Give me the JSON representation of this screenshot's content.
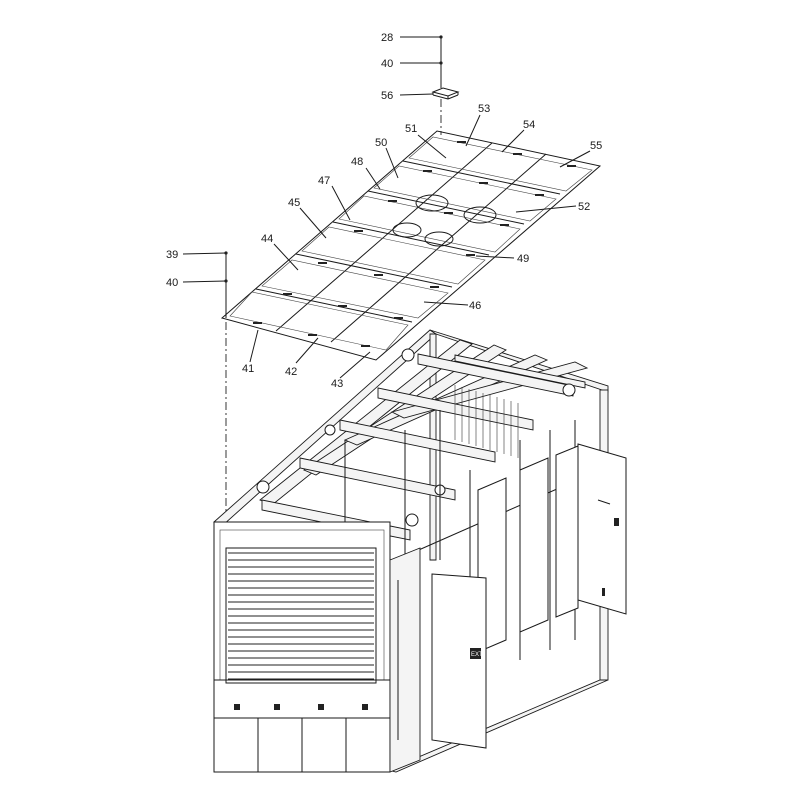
{
  "callouts": [
    {
      "id": "c28",
      "label": "28"
    },
    {
      "id": "c40a",
      "label": "40"
    },
    {
      "id": "c56",
      "label": "56"
    },
    {
      "id": "c53",
      "label": "53"
    },
    {
      "id": "c51",
      "label": "51"
    },
    {
      "id": "c54",
      "label": "54"
    },
    {
      "id": "c50",
      "label": "50"
    },
    {
      "id": "c55",
      "label": "55"
    },
    {
      "id": "c48",
      "label": "48"
    },
    {
      "id": "c47",
      "label": "47"
    },
    {
      "id": "c52",
      "label": "52"
    },
    {
      "id": "c45",
      "label": "45"
    },
    {
      "id": "c44",
      "label": "44"
    },
    {
      "id": "c39",
      "label": "39"
    },
    {
      "id": "c49",
      "label": "49"
    },
    {
      "id": "c40b",
      "label": "40"
    },
    {
      "id": "c46",
      "label": "46"
    },
    {
      "id": "c41",
      "label": "41"
    },
    {
      "id": "c42",
      "label": "42"
    },
    {
      "id": "c43",
      "label": "43"
    }
  ]
}
